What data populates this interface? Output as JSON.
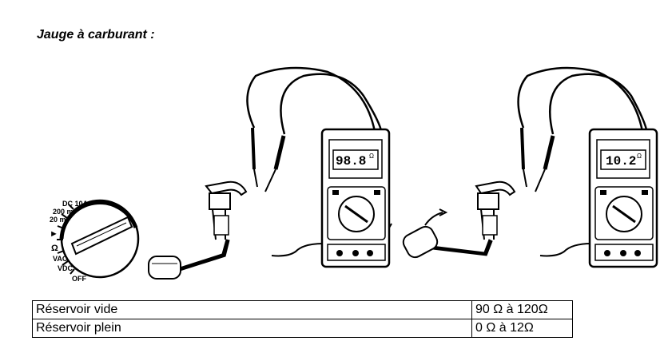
{
  "title": "Jauge à carburant :",
  "dial_labels": {
    "dc10a": "DC 10A",
    "r200m": "200 m",
    "r20m": "20 m",
    "ohm": "Ω",
    "vac": "VAC",
    "vdc": "VDC",
    "off": "OFF"
  },
  "meter_left": {
    "display": "98.8",
    "unit": "Ω"
  },
  "meter_right": {
    "display": "10.2",
    "unit": "Ω"
  },
  "table": {
    "rows": [
      {
        "label": "Réservoir vide",
        "value": "90 Ω à 120Ω"
      },
      {
        "label": "Réservoir plein",
        "value": "0 Ω à 12Ω"
      }
    ]
  }
}
